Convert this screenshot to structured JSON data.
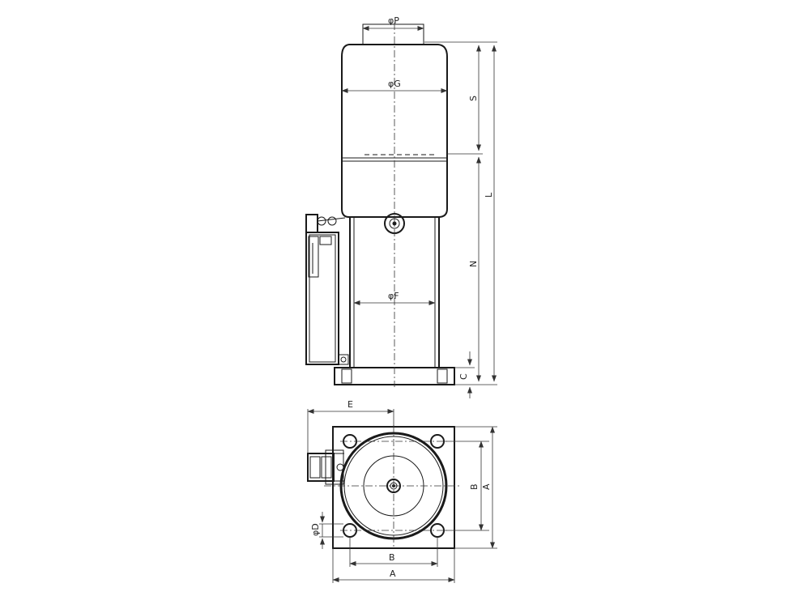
{
  "labels": {
    "dia_p": "φP",
    "dia_g": "φG",
    "dia_f": "φF",
    "dim_s": "S",
    "dim_l": "L",
    "dim_n": "N",
    "dim_c": "C",
    "dim_e": "E",
    "dim_b_side": "B",
    "dim_a_side": "A",
    "dim_b_bottom": "B",
    "dim_a_bottom": "A",
    "dia_d": "φD"
  }
}
